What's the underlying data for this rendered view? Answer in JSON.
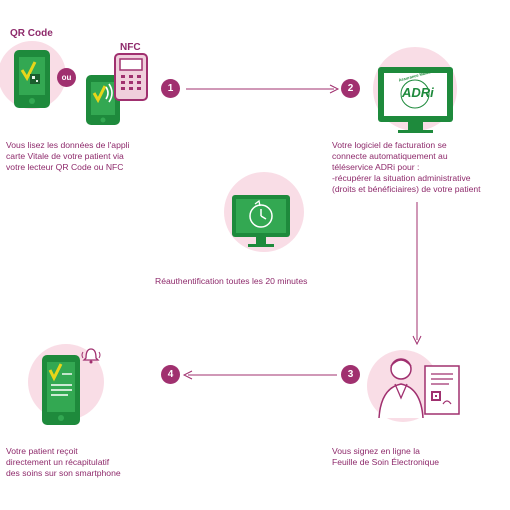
{
  "step1": {
    "label_qr": "QR Code",
    "label_ou": "ou",
    "label_nfc": "NFC",
    "number": "1",
    "desc_lines": [
      "Vous lisez les données de l'appli",
      "carte Vitale de votre patient via",
      "votre lecteur QR Code ou NFC"
    ]
  },
  "step2": {
    "number": "2",
    "badge_text": "Assurance Maladie",
    "logo_text": "ADRi",
    "desc_lines": [
      "Votre logiciel de facturation se",
      "connecte automatiquement au",
      "téléservice ADRi pour :",
      "-récupérer la situation administrative",
      "(droits et bénéficiaires) de votre patient"
    ]
  },
  "reauth": {
    "desc": "Réauthentification toutes les 20 minutes"
  },
  "step3": {
    "number": "3",
    "desc_lines": [
      "Vous signez en ligne la",
      "Feuille de Soin Électronique"
    ]
  },
  "step4": {
    "number": "4",
    "desc_lines": [
      "Votre patient reçoit",
      "directement un récapitulatif",
      "des soins sur son smartphone"
    ]
  },
  "colors": {
    "primary": "#a0306f",
    "green": "#1e8a3c",
    "green_light": "#33a852",
    "pink_bg": "#f9dde6",
    "yellow_check": "#e8d51a"
  }
}
